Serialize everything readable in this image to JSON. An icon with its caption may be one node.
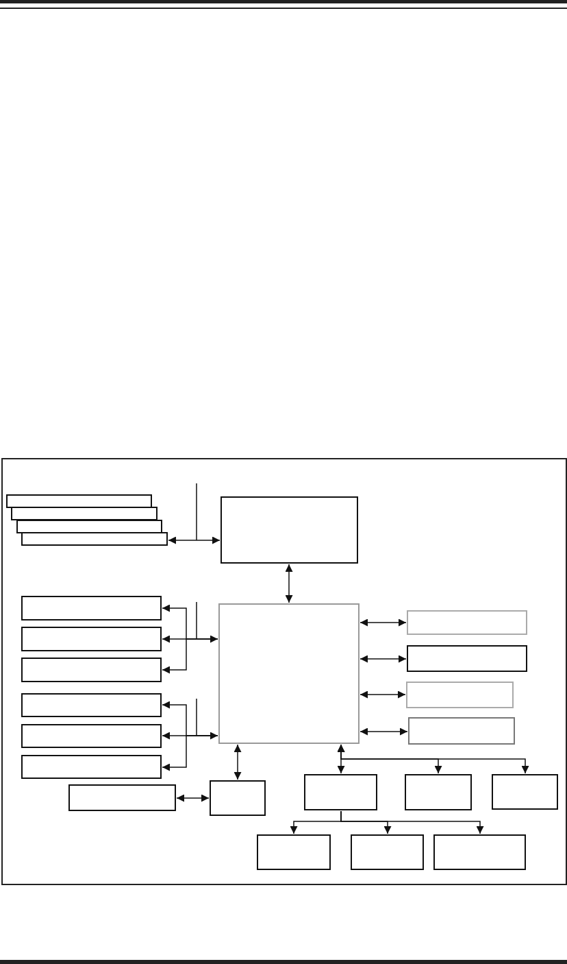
{
  "diagram": {
    "nodes": [
      {
        "text": [],
        "shape": "box"
      },
      {
        "text": [],
        "shape": "box"
      },
      {
        "text": [],
        "shape": "box"
      },
      {
        "text": [],
        "shape": "box"
      },
      {
        "text": [],
        "shape": "box"
      },
      {
        "text": [],
        "shape": "box"
      },
      {
        "text": [],
        "shape": "box"
      },
      {
        "text": [],
        "shape": "box"
      },
      {
        "text": [],
        "shape": "box"
      },
      {
        "text": [],
        "shape": "box"
      },
      {
        "text": [],
        "shape": "box"
      },
      {
        "text": [],
        "shape": "box"
      },
      {
        "text": [],
        "shape": "box"
      },
      {
        "text": [],
        "shape": "box"
      },
      {
        "text": [],
        "shape": "box"
      },
      {
        "text": [],
        "shape": "box"
      },
      {
        "text": [],
        "shape": "box"
      },
      {
        "text": [],
        "shape": "box"
      },
      {
        "text": [],
        "shape": "box"
      },
      {
        "text": [],
        "shape": "box"
      },
      {
        "text": [],
        "shape": "box"
      },
      {
        "text": [],
        "shape": "box"
      },
      {
        "text": [],
        "shape": "box"
      },
      {
        "text": [],
        "shape": "box"
      }
    ],
    "edges": [
      {
        "from": 3,
        "to": 4,
        "arrow": "both"
      },
      {
        "from": 4,
        "to": 11,
        "arrow": "both"
      },
      {
        "from": 11,
        "to": 5,
        "arrow": "to"
      },
      {
        "from": 11,
        "to": 6,
        "arrow": "both"
      },
      {
        "from": 11,
        "to": 7,
        "arrow": "to"
      },
      {
        "from": 11,
        "to": 8,
        "arrow": "to"
      },
      {
        "from": 11,
        "to": 9,
        "arrow": "both"
      },
      {
        "from": 11,
        "to": 10,
        "arrow": "to"
      },
      {
        "from": 11,
        "to": 12,
        "arrow": "both"
      },
      {
        "from": 11,
        "to": 13,
        "arrow": "both"
      },
      {
        "from": 11,
        "to": 14,
        "arrow": "both"
      },
      {
        "from": 11,
        "to": 15,
        "arrow": "both"
      },
      {
        "from": 11,
        "to": 17,
        "arrow": "both"
      },
      {
        "from": 16,
        "to": 17,
        "arrow": "both"
      },
      {
        "from": 11,
        "to": 18,
        "arrow": "both"
      },
      {
        "from": 11,
        "to": 19,
        "arrow": "both"
      },
      {
        "from": 11,
        "to": 20,
        "arrow": "both"
      },
      {
        "from": 18,
        "to": 21,
        "arrow": "to"
      },
      {
        "from": 18,
        "to": 22,
        "arrow": "to"
      },
      {
        "from": 18,
        "to": 23,
        "arrow": "to"
      }
    ]
  }
}
